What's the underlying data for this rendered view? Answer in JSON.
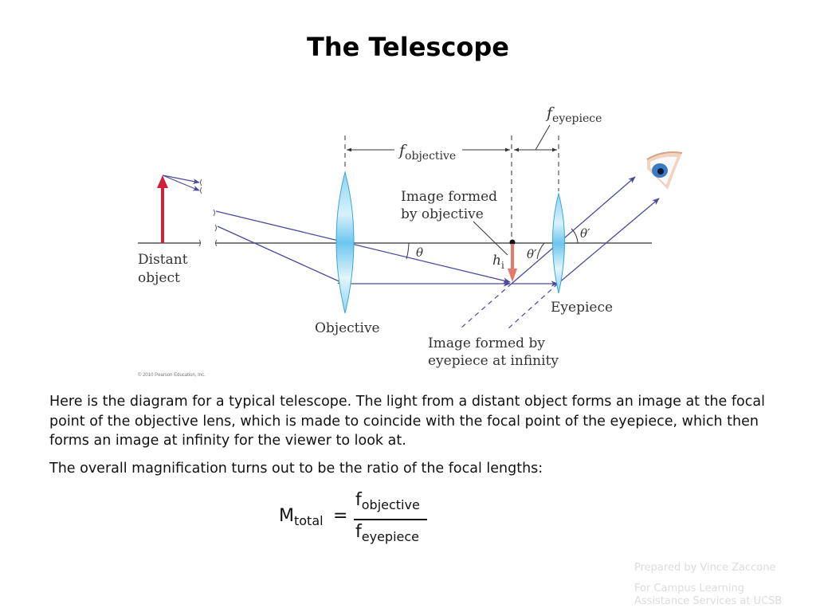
{
  "slide": {
    "title": "The Telescope"
  },
  "diagram": {
    "labels": {
      "f_objective_main": "f",
      "f_objective_sub": "objective",
      "f_eyepiece_main": "f",
      "f_eyepiece_sub": "eyepiece",
      "image_by_objective_line1": "Image formed",
      "image_by_objective_line2": "by objective",
      "distant_object_line1": "Distant",
      "distant_object_line2": "object",
      "objective": "Objective",
      "eyepiece": "Eyepiece",
      "image_by_eyepiece_line1": "Image formed by",
      "image_by_eyepiece_line2": "eyepiece at infinity",
      "theta": "θ",
      "theta_prime_1": "θ′",
      "theta_prime_2": "θ′",
      "hi_main": "h",
      "hi_sub": "i",
      "copyright": "© 2010 Pearson Education, Inc."
    },
    "colors": {
      "ray": "#4a4a9a",
      "object_arrow": "#d0203a",
      "image_arrow": "#e8796a",
      "lens": "#7fcbee",
      "axis": "#555555"
    }
  },
  "body": {
    "paragraph1": "Here is the diagram for a typical telescope. The light from a distant object forms an image at the focal point of the objective lens, which is made to coincide with the focal point of the eyepiece, which then forms an image at infinity for the viewer to look at.",
    "paragraph2": "The overall magnification turns out to be the ratio of the focal lengths:"
  },
  "formula": {
    "lhs_main": "M",
    "lhs_sub": "total",
    "equals": "=",
    "num_main": "f",
    "num_sub": "objective",
    "den_main": "f",
    "den_sub": "eyepiece"
  },
  "footer": {
    "prepared_by": "Prepared by Vince Zaccone",
    "for_line1": "For Campus Learning",
    "for_line2": "Assistance Services at UCSB"
  }
}
